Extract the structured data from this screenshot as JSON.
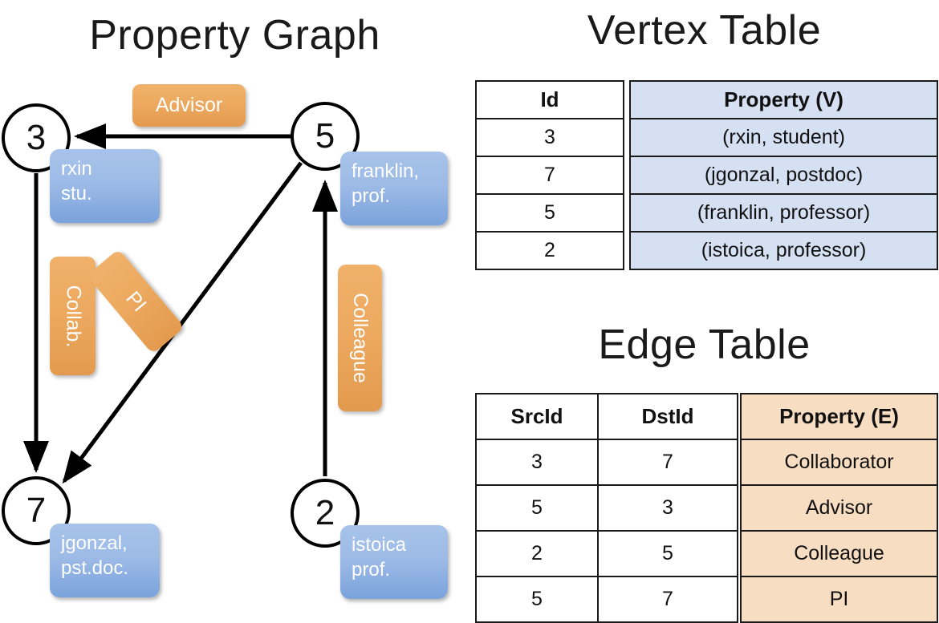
{
  "titles": {
    "property_graph": "Property Graph",
    "vertex_table": "Vertex Table",
    "edge_table": "Edge Table"
  },
  "graph": {
    "nodes": [
      {
        "id": "3",
        "label": "3",
        "property_line1": "rxin",
        "property_line2": "stu."
      },
      {
        "id": "5",
        "label": "5",
        "property_line1": "franklin,",
        "property_line2": "prof."
      },
      {
        "id": "7",
        "label": "7",
        "property_line1": "jgonzal,",
        "property_line2": "pst.doc."
      },
      {
        "id": "2",
        "label": "2",
        "property_line1": "istoica",
        "property_line2": "prof."
      }
    ],
    "edge_labels": {
      "advisor": "Advisor",
      "collab": "Collab.",
      "pi": "PI",
      "colleague": "Colleague"
    }
  },
  "vertex_table": {
    "headers": {
      "id": "Id",
      "property": "Property (V)"
    },
    "rows": [
      {
        "id": "3",
        "property": "(rxin, student)"
      },
      {
        "id": "7",
        "property": "(jgonzal, postdoc)"
      },
      {
        "id": "5",
        "property": "(franklin, professor)"
      },
      {
        "id": "2",
        "property": "(istoica, professor)"
      }
    ]
  },
  "edge_table": {
    "headers": {
      "src": "SrcId",
      "dst": "DstId",
      "property": "Property (E)"
    },
    "rows": [
      {
        "src": "3",
        "dst": "7",
        "property": "Collaborator"
      },
      {
        "src": "5",
        "dst": "3",
        "property": "Advisor"
      },
      {
        "src": "2",
        "dst": "5",
        "property": "Colleague"
      },
      {
        "src": "5",
        "dst": "7",
        "property": "PI"
      }
    ]
  },
  "colors": {
    "vertex_property_fill": "#d5e0f2",
    "edge_property_fill": "#f7ddc2",
    "node_box_blue": "#9dbbe6",
    "edge_label_orange": "#eca95f"
  }
}
